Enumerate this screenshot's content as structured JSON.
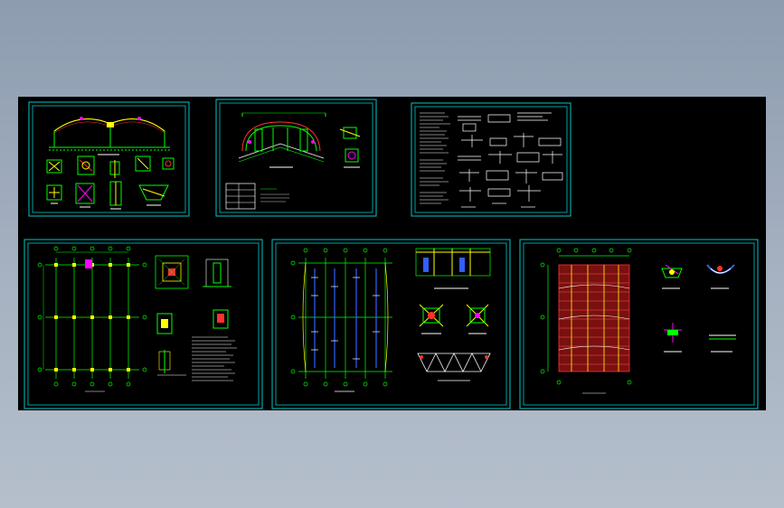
{
  "colors": {
    "background": "#000000",
    "frame": "#00c8c8",
    "grid": "#00ff00",
    "title": "#ffffff",
    "yellow": "#ffff00",
    "red": "#ff3030",
    "magenta": "#ff00ff",
    "blue": "#3060ff"
  },
  "sheets": [
    {
      "id": "sheet-1"
    },
    {
      "id": "sheet-2"
    },
    {
      "id": "sheet-3"
    },
    {
      "id": "sheet-4"
    },
    {
      "id": "sheet-5"
    },
    {
      "id": "sheet-6"
    }
  ]
}
